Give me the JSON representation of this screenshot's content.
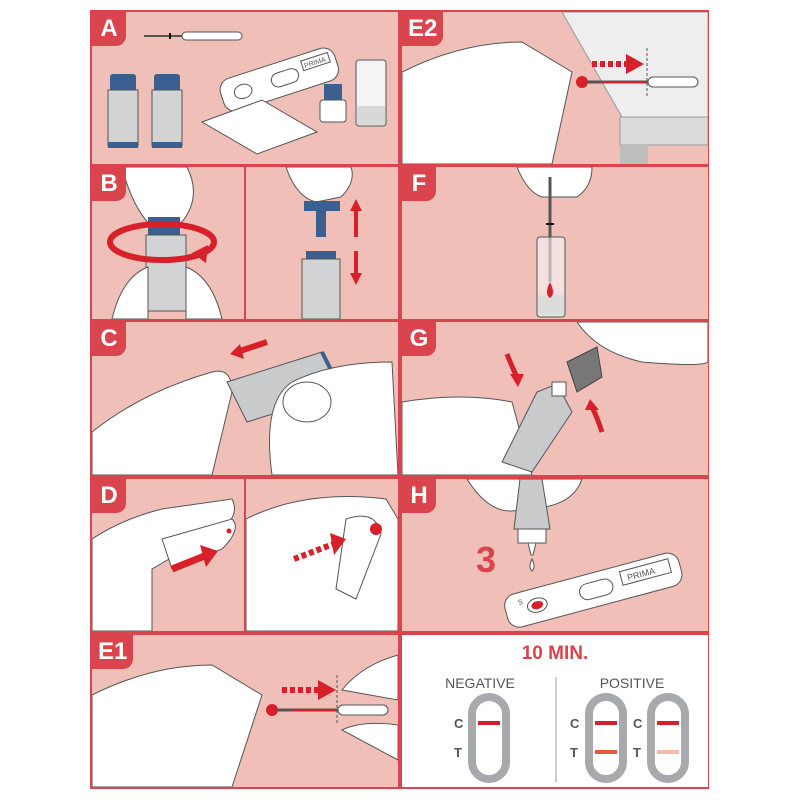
{
  "panels": {
    "A": {
      "label": "A",
      "description": "Kit contents: pipette, two lancets, test cassette, alcohol pad, buffer dropper vial"
    },
    "B": {
      "label": "B",
      "description": "Twist and pull off lancet cap"
    },
    "C": {
      "label": "C",
      "description": "Remove lancet protective tab"
    },
    "D": {
      "label": "D",
      "description": "Prick fingertip with lancet"
    },
    "E1": {
      "label": "E1",
      "description": "Collect blood drop with pipette up to line"
    },
    "E2": {
      "label": "E2",
      "description": "Alternative: pipette resting on table edge to collect blood"
    },
    "F": {
      "label": "F",
      "description": "Dispense blood into buffer vial"
    },
    "G": {
      "label": "G",
      "description": "Screw dropper cap onto vial"
    },
    "H": {
      "label": "H",
      "description": "Add 3 drops to sample well S of cassette",
      "drop_count": "3",
      "cassette_brand": "PRIMA",
      "well_label": "S"
    }
  },
  "result": {
    "time": "10 MIN.",
    "negative_label": "NEGATIVE",
    "positive_label": "POSITIVE",
    "c_label": "C",
    "t_label": "T"
  },
  "kit": {
    "cassette_brand": "PRIMA",
    "cassette_marks": [
      "S",
      "T",
      "C"
    ]
  },
  "colors": {
    "frame_red": "#d9444d",
    "panel_pink": "#efbfb8",
    "arrow_red": "#d8202a",
    "line_control": "#d8202a",
    "line_test_strong": "#e85a3c",
    "line_test_weak": "#f4b9a3",
    "cassette_gray": "#a7a9ac",
    "lancet_blue": "#3b5f8f"
  }
}
